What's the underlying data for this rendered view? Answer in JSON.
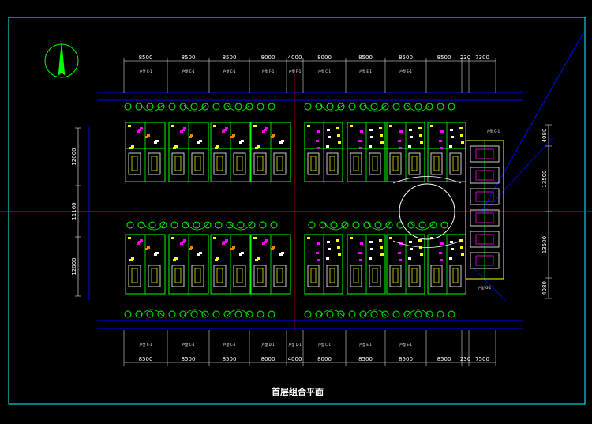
{
  "drawing": {
    "title": "首层组合平面",
    "colors": {
      "frame": "#00ffff",
      "wall": "#00ff00",
      "axis": "#ff0000",
      "grid": "#0000ff",
      "dimension": "#ffffff",
      "furniture_yellow": "#ffff00",
      "furniture_magenta": "#ff00ff",
      "furniture_orange": "#ff8000"
    },
    "top_dimensions": [
      "8500",
      "8500",
      "8500",
      "8000",
      "4000",
      "8000",
      "8500",
      "8500",
      "8500",
      "230",
      "7300"
    ],
    "bottom_dimensions": [
      "8500",
      "8500",
      "8500",
      "8000",
      "4000",
      "8000",
      "8500",
      "8500",
      "8500",
      "230",
      "7500"
    ],
    "left_dimensions": [
      "12000",
      "11160",
      "12000"
    ],
    "right_dimensions": [
      "4080",
      "13500",
      "13500",
      "4080"
    ],
    "top_unit_labels": [
      "户型 C-1",
      "户型 C-1",
      "户型 C-1",
      "户型 F-1",
      "户型 F-1",
      "户型 C-1",
      "户型 E-1",
      "户型 E-1"
    ],
    "bottom_unit_labels": [
      "户型 C-1",
      "户型 C-1",
      "户型 C-1",
      "户型 D-1",
      "户型 D-1",
      "户型 C-1",
      "户型 E-1",
      "户型 E-1"
    ],
    "right_unit_labels": [
      "户型 G-1",
      "户型 G-1"
    ]
  }
}
